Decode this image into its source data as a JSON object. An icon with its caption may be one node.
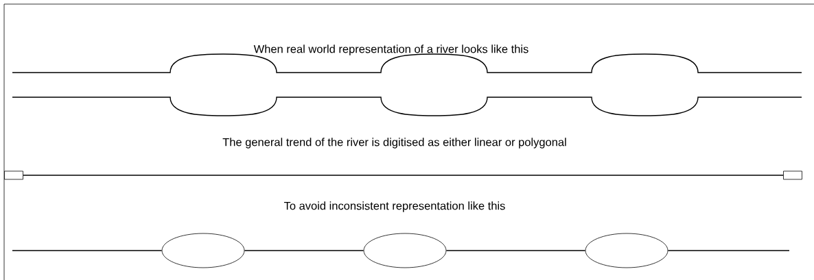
{
  "diagram": {
    "nodes": [
      {
        "text": [],
        "shape": "box"
      },
      {
        "text": [],
        "shape": "box"
      },
      {
        "text": [],
        "shape": "ellipse"
      },
      {
        "text": [],
        "shape": "ellipse"
      },
      {
        "text": [],
        "shape": "ellipse"
      }
    ],
    "edges": [
      {
        "from": 0,
        "to": 1,
        "arrow": "none"
      },
      {
        "from": null,
        "to": 2,
        "arrow": "none"
      },
      {
        "from": 2,
        "to": 3,
        "arrow": "none"
      },
      {
        "from": 3,
        "to": 4,
        "arrow": "none"
      },
      {
        "from": 4,
        "to": null,
        "arrow": "none"
      }
    ],
    "labels": [
      "When real world representation of a river looks like this",
      "The general trend of the river is digitised as either linear or polygonal",
      "To avoid inconsistent representation like this"
    ]
  }
}
